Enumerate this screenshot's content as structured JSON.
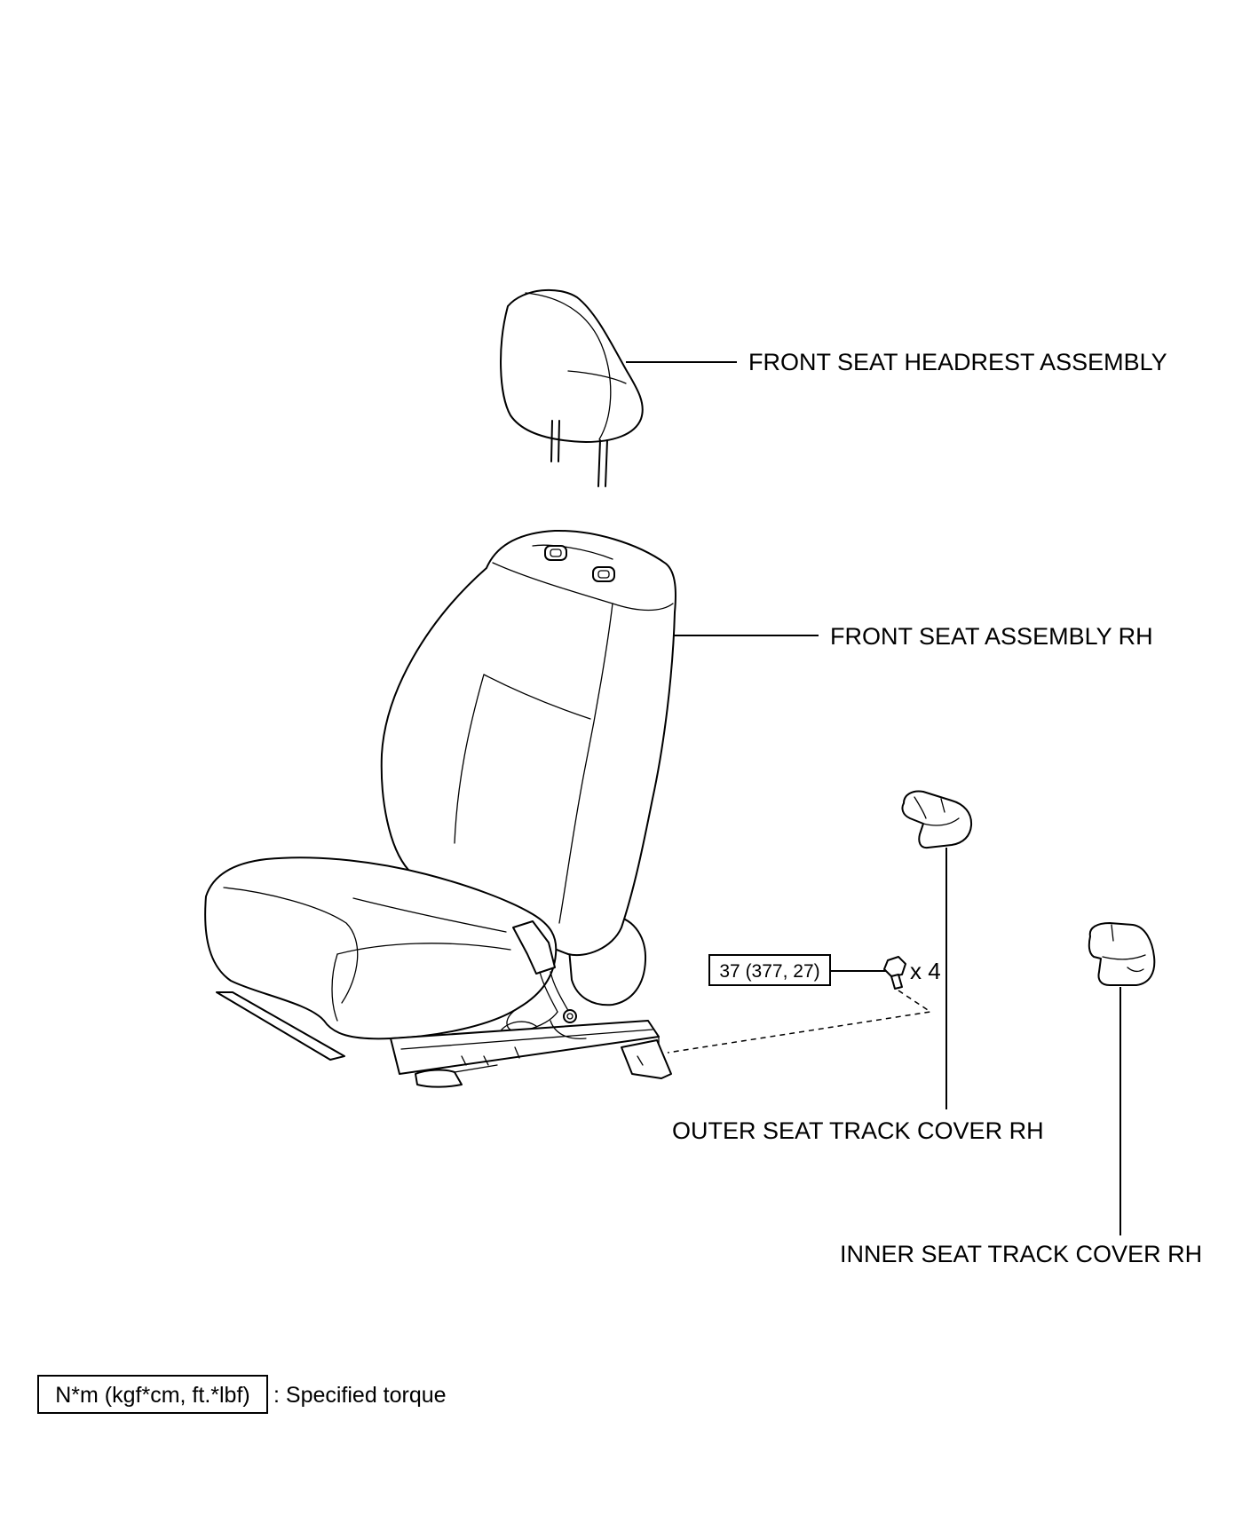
{
  "labels": {
    "headrest": "FRONT SEAT HEADREST ASSEMBLY",
    "seat": "FRONT SEAT ASSEMBLY RH",
    "outer_cover": "OUTER SEAT TRACK COVER RH",
    "inner_cover": "INNER SEAT TRACK COVER RH"
  },
  "torque": {
    "value": "37 (377, 27)",
    "quantity": "x 4"
  },
  "legend": {
    "unit_box": "N*m (kgf*cm, ft.*lbf)",
    "description": ": Specified torque"
  },
  "colors": {
    "line": "#000000",
    "background": "#ffffff"
  }
}
